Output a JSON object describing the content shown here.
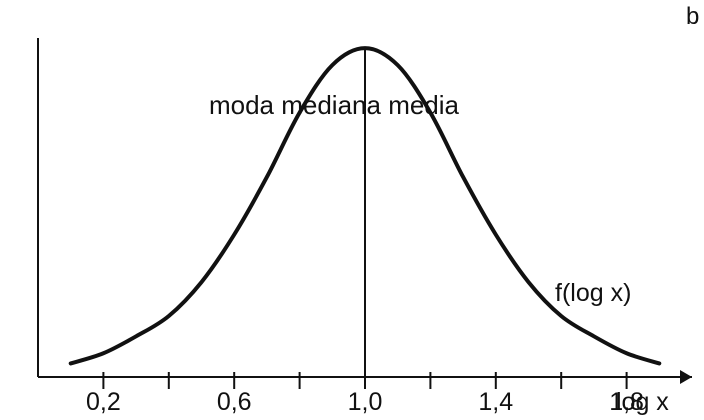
{
  "chart_data": {
    "type": "line",
    "title": "",
    "xlabel": "log x",
    "ylabel": "",
    "xlim": [
      0.0,
      2.0
    ],
    "ylim": [
      0.0,
      1.0
    ],
    "x_ticks": [
      0.2,
      0.4,
      0.6,
      0.8,
      1.0,
      1.2,
      1.4,
      1.6,
      1.8
    ],
    "x_tick_labels": [
      "0,2",
      "",
      "0,6",
      "",
      "1,0",
      "",
      "1,4",
      "",
      "1,8"
    ],
    "grid": false,
    "legend": "none",
    "series": [
      {
        "name": "f(log x)",
        "x": [
          0.1,
          0.2,
          0.3,
          0.4,
          0.5,
          0.6,
          0.7,
          0.8,
          0.9,
          1.0,
          1.1,
          1.2,
          1.3,
          1.4,
          1.5,
          1.6,
          1.7,
          1.8,
          1.9
        ],
        "y": [
          0.04,
          0.07,
          0.12,
          0.18,
          0.28,
          0.42,
          0.59,
          0.78,
          0.92,
          0.97,
          0.92,
          0.78,
          0.59,
          0.42,
          0.28,
          0.18,
          0.12,
          0.07,
          0.04
        ]
      }
    ],
    "vertical_line": {
      "x": 1.0
    },
    "annotations": [
      {
        "text": "moda mediana media"
      },
      {
        "text": "f(log x)"
      },
      {
        "text": "b"
      }
    ],
    "colors": {
      "curve": "#111111",
      "axis": "#111111"
    }
  }
}
